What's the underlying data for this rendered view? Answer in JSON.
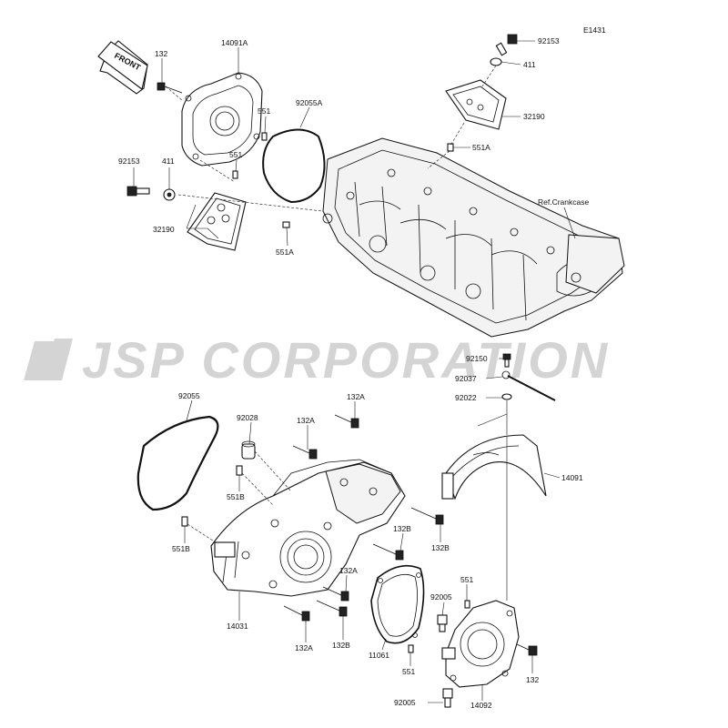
{
  "diagram": {
    "code": "E1431",
    "watermark": "JSP CORPORATION",
    "front_label": "FRONT",
    "ref_label": "Ref.Crankcase",
    "labels": {
      "l132_top": "132",
      "l14091A": "14091A",
      "l92055A": "92055A",
      "l551_a": "551",
      "l551_b": "551",
      "l92153_left": "92153",
      "l411_left": "411",
      "l32190_left": "32190",
      "l551A_left": "551A",
      "l92153_top": "92153",
      "l411_top": "411",
      "l32190_top": "32190",
      "l551A_top": "551A",
      "l92150": "92150",
      "l92037": "92037",
      "l92022": "92022",
      "l14091": "14091",
      "l92055": "92055",
      "l92028": "92028",
      "l132A_1": "132A",
      "l132A_2": "132A",
      "l551B_1": "551B",
      "l551B_2": "551B",
      "l132B_1": "132B",
      "l132B_2": "132B",
      "l132A_3": "132A",
      "l132A_4": "132A",
      "l132B_3": "132B",
      "l14031": "14031",
      "l11061": "11061",
      "l551_c": "551",
      "l551_d": "551",
      "l92005_1": "92005",
      "l92005_2": "92005",
      "l132_bottom": "132",
      "l14092": "14092"
    }
  }
}
